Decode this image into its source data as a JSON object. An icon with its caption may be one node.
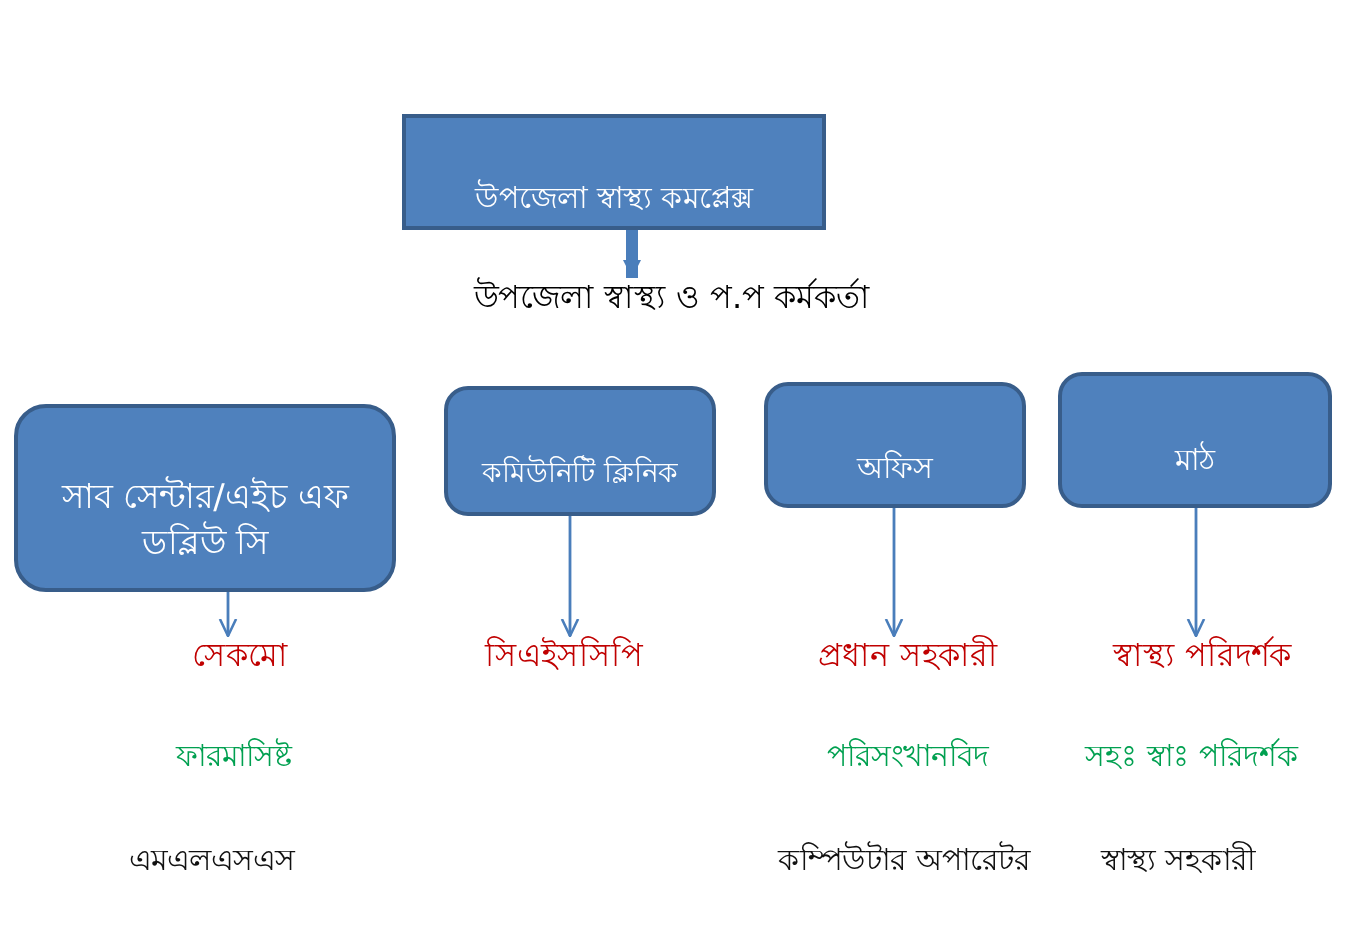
{
  "diagram": {
    "nodes": [
      {
        "text": [
          "উপজেলা স্বাস্থ্য কমপ্লেক্স"
        ]
      },
      {
        "text": [
          "উপজেলা স্বাস্থ্য ও প.প কর্মকর্তা"
        ]
      },
      {
        "text": [
          "সাব সেন্টার/এইচ এফ ডব্লিউ সি"
        ]
      },
      {
        "text": [
          "কমিউনিটি ক্লিনিক"
        ]
      },
      {
        "text": [
          "অফিস"
        ]
      },
      {
        "text": [
          "মাঠ"
        ]
      },
      {
        "text": [
          "সেকমো"
        ]
      },
      {
        "text": [
          "সিএইসসিপি"
        ]
      },
      {
        "text": [
          "প্রধান সহকারী"
        ]
      },
      {
        "text": [
          "স্বাস্থ্য পরিদর্শক"
        ]
      }
    ],
    "edges": [
      {
        "from": 0,
        "to": 1,
        "arrow": "to",
        "style": "thick"
      },
      {
        "from": 2,
        "to": 6,
        "arrow": "to"
      },
      {
        "from": 3,
        "to": 7,
        "arrow": "to"
      },
      {
        "from": 4,
        "to": 8,
        "arrow": "to"
      },
      {
        "from": 5,
        "to": 9,
        "arrow": "to"
      }
    ],
    "labels": [
      "ফারমাসিষ্ট",
      "পরিসংখানবিদ",
      "সহঃ স্বাঃ পরিদর্শক",
      "এমএলএসএস",
      "কম্পিউটার অপারেটর",
      "স্বাস্থ্য সহকারী"
    ]
  }
}
